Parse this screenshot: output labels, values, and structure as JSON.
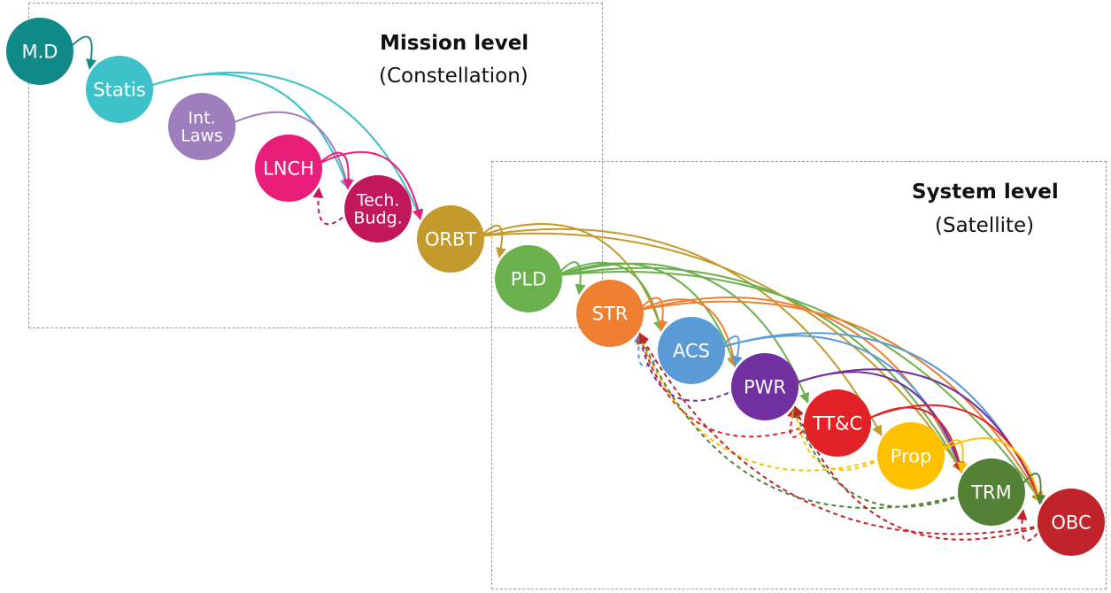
{
  "colors": {
    "M.D": "#0f8a88",
    "Statis": "#3cc2c8",
    "Int.Laws": "#9e7ebd",
    "LNCH": "#e91e7a",
    "Tech.Budg.": "#c2185b",
    "ORBT": "#c49a2c",
    "PLD": "#6ab04c",
    "STR": "#ef7f31",
    "ACS": "#5b9bd5",
    "PWR": "#7030a0",
    "TT&C": "#e32227",
    "Prop": "#ffc000",
    "TRM": "#538135",
    "OBC": "#c0242a"
  },
  "regions": {
    "mission": {
      "title": "Mission level",
      "subtitle": "(Constellation)"
    },
    "system": {
      "title": "System level",
      "subtitle": "(Satellite)"
    }
  },
  "nodes": [
    {
      "id": "M.D",
      "lines": [
        "M.D"
      ]
    },
    {
      "id": "Statis",
      "lines": [
        "Statis"
      ]
    },
    {
      "id": "Int.Laws",
      "lines": [
        "Int.",
        "Laws"
      ]
    },
    {
      "id": "LNCH",
      "lines": [
        "LNCH"
      ]
    },
    {
      "id": "Tech.Budg.",
      "lines": [
        "Tech.",
        "Budg."
      ]
    },
    {
      "id": "ORBT",
      "lines": [
        "ORBT"
      ]
    },
    {
      "id": "PLD",
      "lines": [
        "PLD"
      ]
    },
    {
      "id": "STR",
      "lines": [
        "STR"
      ]
    },
    {
      "id": "ACS",
      "lines": [
        "ACS"
      ]
    },
    {
      "id": "PWR",
      "lines": [
        "PWR"
      ]
    },
    {
      "id": "TT&C",
      "lines": [
        "TT&C"
      ]
    },
    {
      "id": "Prop",
      "lines": [
        "Prop"
      ]
    },
    {
      "id": "TRM",
      "lines": [
        "TRM"
      ]
    },
    {
      "id": "OBC",
      "lines": [
        "OBC"
      ]
    }
  ],
  "edges": [
    {
      "from": "M.D",
      "to": "Statis",
      "style": "solid"
    },
    {
      "from": "Statis",
      "to": "Tech.Budg.",
      "style": "solid"
    },
    {
      "from": "Statis",
      "to": "ORBT",
      "style": "solid"
    },
    {
      "from": "Int.Laws",
      "to": "Tech.Budg.",
      "style": "solid"
    },
    {
      "from": "LNCH",
      "to": "Tech.Budg.",
      "style": "solid"
    },
    {
      "from": "LNCH",
      "to": "ORBT",
      "style": "solid"
    },
    {
      "from": "Tech.Budg.",
      "to": "LNCH",
      "style": "dashed"
    },
    {
      "from": "ORBT",
      "to": "PLD",
      "style": "solid"
    },
    {
      "from": "ORBT",
      "to": "ACS",
      "style": "solid"
    },
    {
      "from": "ORBT",
      "to": "Prop",
      "style": "solid"
    },
    {
      "from": "ORBT",
      "to": "TRM",
      "style": "solid"
    },
    {
      "from": "PLD",
      "to": "STR",
      "style": "solid"
    },
    {
      "from": "PLD",
      "to": "ACS",
      "style": "solid"
    },
    {
      "from": "PLD",
      "to": "PWR",
      "style": "solid"
    },
    {
      "from": "PLD",
      "to": "TT&C",
      "style": "solid"
    },
    {
      "from": "PLD",
      "to": "TRM",
      "style": "solid"
    },
    {
      "from": "PLD",
      "to": "OBC",
      "style": "solid"
    },
    {
      "from": "STR",
      "to": "ACS",
      "style": "solid"
    },
    {
      "from": "STR",
      "to": "PWR",
      "style": "solid"
    },
    {
      "from": "STR",
      "to": "TRM",
      "style": "solid"
    },
    {
      "from": "STR",
      "to": "OBC",
      "style": "solid"
    },
    {
      "from": "ACS",
      "to": "STR",
      "style": "dashed"
    },
    {
      "from": "ACS",
      "to": "PWR",
      "style": "solid"
    },
    {
      "from": "ACS",
      "to": "TRM",
      "style": "solid"
    },
    {
      "from": "ACS",
      "to": "OBC",
      "style": "solid"
    },
    {
      "from": "PWR",
      "to": "STR",
      "style": "dashed"
    },
    {
      "from": "PWR",
      "to": "TRM",
      "style": "solid"
    },
    {
      "from": "PWR",
      "to": "OBC",
      "style": "solid"
    },
    {
      "from": "TT&C",
      "to": "STR",
      "style": "dashed"
    },
    {
      "from": "TT&C",
      "to": "PWR",
      "style": "dashed"
    },
    {
      "from": "TT&C",
      "to": "TRM",
      "style": "solid"
    },
    {
      "from": "TT&C",
      "to": "OBC",
      "style": "solid"
    },
    {
      "from": "Prop",
      "to": "STR",
      "style": "dashed"
    },
    {
      "from": "Prop",
      "to": "PWR",
      "style": "dashed"
    },
    {
      "from": "Prop",
      "to": "TRM",
      "style": "solid"
    },
    {
      "from": "Prop",
      "to": "OBC",
      "style": "solid"
    },
    {
      "from": "TRM",
      "to": "STR",
      "style": "dashed"
    },
    {
      "from": "TRM",
      "to": "PWR",
      "style": "dashed"
    },
    {
      "from": "TRM",
      "to": "OBC",
      "style": "solid"
    },
    {
      "from": "OBC",
      "to": "STR",
      "style": "dashed"
    },
    {
      "from": "OBC",
      "to": "PWR",
      "style": "dashed"
    },
    {
      "from": "OBC",
      "to": "TRM",
      "style": "dashed"
    }
  ]
}
